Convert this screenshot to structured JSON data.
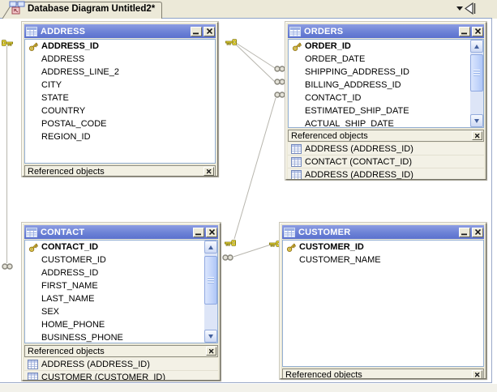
{
  "tab": {
    "title": "Database Diagram Untitled2*"
  },
  "tables": {
    "address": {
      "title": "ADDRESS",
      "pk": "ADDRESS_ID",
      "columns": [
        "ADDRESS_ID",
        "ADDRESS",
        "ADDRESS_LINE_2",
        "CITY",
        "STATE",
        "COUNTRY",
        "POSTAL_CODE",
        "REGION_ID"
      ],
      "referenced_label": "Referenced objects",
      "referenced": []
    },
    "orders": {
      "title": "ORDERS",
      "pk": "ORDER_ID",
      "columns": [
        "ORDER_ID",
        "ORDER_DATE",
        "SHIPPING_ADDRESS_ID",
        "BILLING_ADDRESS_ID",
        "CONTACT_ID",
        "ESTIMATED_SHIP_DATE",
        "ACTUAL_SHIP_DATE"
      ],
      "referenced_label": "Referenced objects",
      "referenced": [
        "ADDRESS (ADDRESS_ID)",
        "CONTACT (CONTACT_ID)",
        "ADDRESS (ADDRESS_ID)"
      ]
    },
    "contact": {
      "title": "CONTACT",
      "pk": "CONTACT_ID",
      "columns": [
        "CONTACT_ID",
        "CUSTOMER_ID",
        "ADDRESS_ID",
        "FIRST_NAME",
        "LAST_NAME",
        "SEX",
        "HOME_PHONE",
        "BUSINESS_PHONE"
      ],
      "referenced_label": "Referenced objects",
      "referenced": [
        "ADDRESS (ADDRESS_ID)",
        "CUSTOMER (CUSTOMER_ID)"
      ]
    },
    "customer": {
      "title": "CUSTOMER",
      "pk": "CUSTOMER_ID",
      "columns": [
        "CUSTOMER_ID",
        "CUSTOMER_NAME"
      ],
      "referenced_label": "Referenced objects",
      "referenced": []
    }
  },
  "icons": {
    "table": "grid-table-icon",
    "primary_key": "gold-key-icon",
    "one_side": "key-connector-icon",
    "many_side": "chain-links-icon",
    "minimize": "minimize-icon",
    "close": "close-x-icon"
  },
  "colors": {
    "titlebar_blue": "#6c82d6",
    "panel_face": "#ece9d8",
    "body_border": "#92aed2",
    "connector_line": "#b8b6ae",
    "key_gold": "#f4e13e",
    "canvas_edge_blue": "#9aa8c8"
  }
}
